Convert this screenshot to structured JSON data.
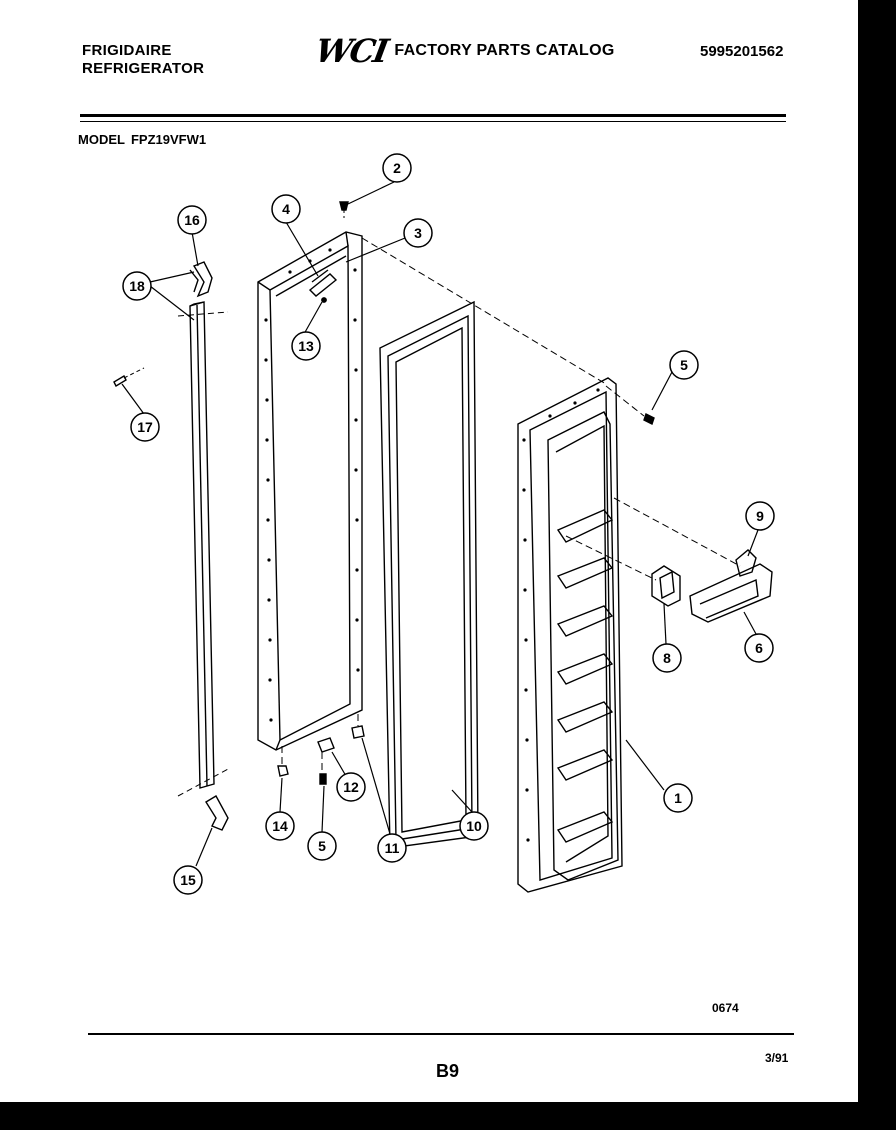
{
  "header": {
    "brand": "FRIGIDAIRE",
    "product": "REFRIGERATOR",
    "logo_text": "WCI",
    "catalog_title": "FACTORY PARTS CATALOG",
    "part_number": "5995201562"
  },
  "model": {
    "label": "MODEL",
    "value": "FPZ19VFW1"
  },
  "callouts": {
    "c1": "1",
    "c2": "2",
    "c3": "3",
    "c4": "4",
    "c5a": "5",
    "c5b": "5",
    "c6": "6",
    "c8": "8",
    "c9": "9",
    "c10": "10",
    "c11": "11",
    "c12": "12",
    "c13": "13",
    "c14": "14",
    "c15": "15",
    "c16": "16",
    "c17": "17",
    "c18": "18"
  },
  "footer": {
    "drawing_number": "0674",
    "page": "B9",
    "date": "3/91"
  }
}
